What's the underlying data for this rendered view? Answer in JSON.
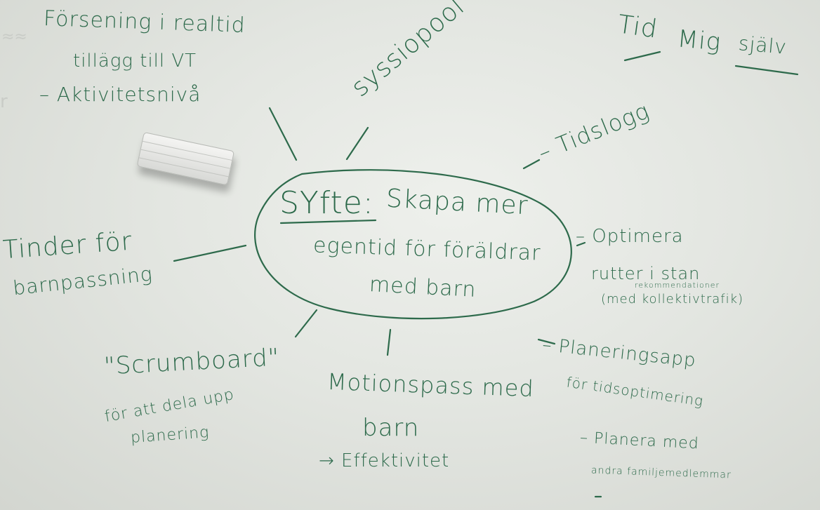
{
  "board": {
    "center": {
      "label": "SYfte:",
      "line1": "Skapa mer",
      "line2": "egentid för föräldrar",
      "line3": "med barn"
    },
    "top_left": {
      "line1": "Försening i realtid",
      "line2": "tillägg till VT",
      "line3": "– Aktivitetsnivå"
    },
    "top_center": "syssiopool",
    "top_right": {
      "line1": "Tid",
      "line2": "Mig",
      "line3": "själv"
    },
    "right_upper": "– Tidslogg",
    "right_middle": {
      "line1": "– Optimera",
      "line2": "rutter i stan",
      "note": "rekommendationer",
      "line3": "(med kollektivtrafik)"
    },
    "right_lower": {
      "line1": "– Planeringsapp",
      "line2": "för tidsoptimering",
      "line3": "– Planera med",
      "line4": "andra familjemedlemmar"
    },
    "bottom_center": {
      "line1": "Motionspass med",
      "line2": "barn",
      "line3": "→ Effektivitet"
    },
    "bottom_left": {
      "line1": "\"Scrumboard\"",
      "line2": "för att dela upp",
      "line3": "planering"
    },
    "left": {
      "line1": "Tinder för",
      "line2": "barnpassning"
    }
  },
  "colors": {
    "marker": "#2d6a4b",
    "board": "#e6e8e4"
  },
  "objects": [
    "whiteboard-eraser"
  ]
}
